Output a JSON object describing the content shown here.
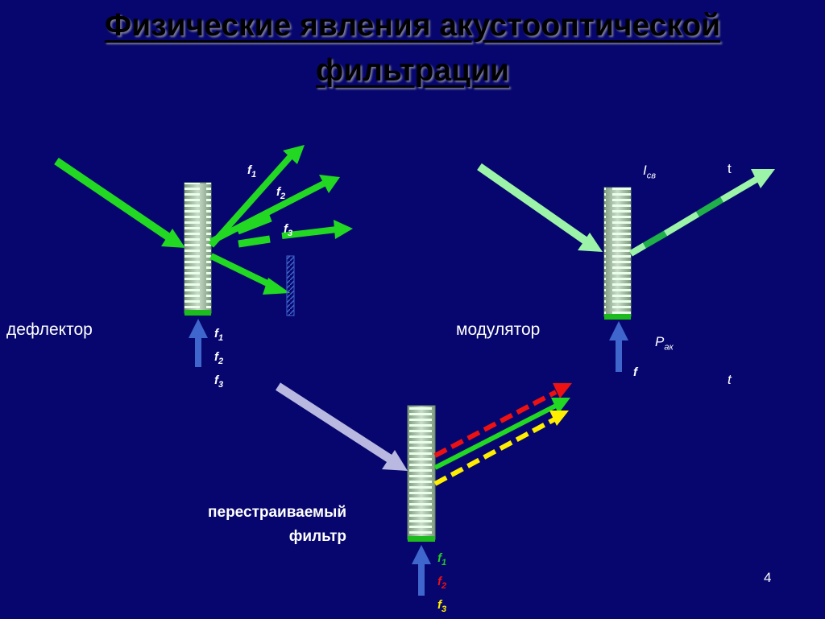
{
  "title": {
    "line1": "Физические явления акустооптической",
    "line2": "фильтрации"
  },
  "deflector": {
    "label": "дефлектор",
    "beam_freqs": [
      {
        "base": "f",
        "sub": "1"
      },
      {
        "base": "f",
        "sub": "2"
      },
      {
        "base": "f",
        "sub": "3"
      }
    ],
    "input_freqs": [
      {
        "base": "f",
        "sub": "1"
      },
      {
        "base": "f",
        "sub": "2"
      },
      {
        "base": "f",
        "sub": "3"
      }
    ]
  },
  "modulator": {
    "label": "модулятор",
    "intensity_label": {
      "base": "I",
      "sub": "св"
    },
    "time_label_top": "t",
    "power_label": {
      "base": "P",
      "sub": "ак"
    },
    "freq_label": "f",
    "time_label_bottom": "t"
  },
  "filter": {
    "label_line1": "перестраиваемый",
    "label_line2": "фильтр",
    "input_freqs": [
      {
        "base": "f",
        "sub": "1",
        "color": "#22cc22"
      },
      {
        "base": "f",
        "sub": "2",
        "color": "#ee1111"
      },
      {
        "base": "f",
        "sub": "3",
        "color": "#ffee00"
      }
    ]
  },
  "colors": {
    "background": "#06066e",
    "beam_green": "#22d822",
    "beam_light_green": "#9cf4a8",
    "beam_lavender": "#b8b8e0",
    "acoustic_blue": "#3f66cc",
    "dash_red": "#ee1111",
    "dash_yellow": "#ffee00"
  },
  "page_number": "4"
}
